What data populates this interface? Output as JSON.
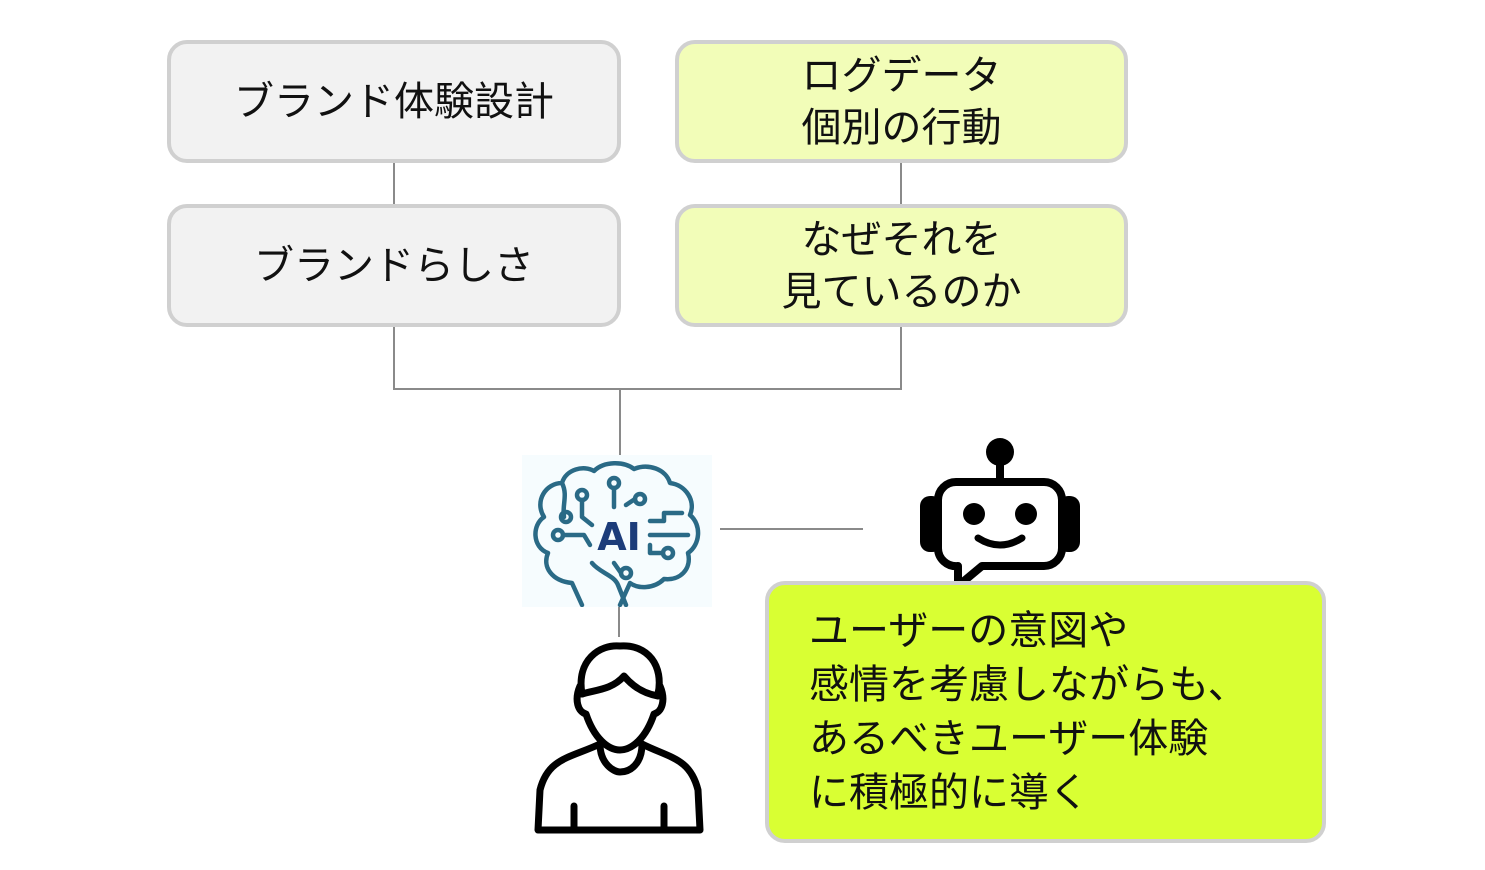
{
  "left_column": {
    "top_box": {
      "label": "ブランド体験設計",
      "fill": "#f2f2f2"
    },
    "bottom_box": {
      "label": "ブランドらしさ",
      "fill": "#f2f2f2"
    }
  },
  "right_column": {
    "top_box": {
      "lines": [
        "ログデータ",
        "個別の行動"
      ],
      "fill": "#f2fdb8"
    },
    "bottom_box": {
      "lines": [
        "なぜそれを",
        "見ているのか"
      ],
      "fill": "#f2fdb8"
    }
  },
  "center": {
    "ai_icon": {
      "name": "ai-brain-icon",
      "text": "AI",
      "color": "#2a6a86",
      "text_color": "#1c3c7a"
    },
    "robot_icon": {
      "name": "robot-chat-icon"
    },
    "user_icon": {
      "name": "user-icon"
    }
  },
  "speech_box": {
    "lines": [
      "ユーザーの意図や",
      "感情を考慮しながらも、",
      "あるべきユーザー体験",
      "に積極的に導く"
    ],
    "fill": "#d9ff33"
  },
  "colors": {
    "border": "#d0d0d0",
    "connector": "#8a8a8a"
  }
}
